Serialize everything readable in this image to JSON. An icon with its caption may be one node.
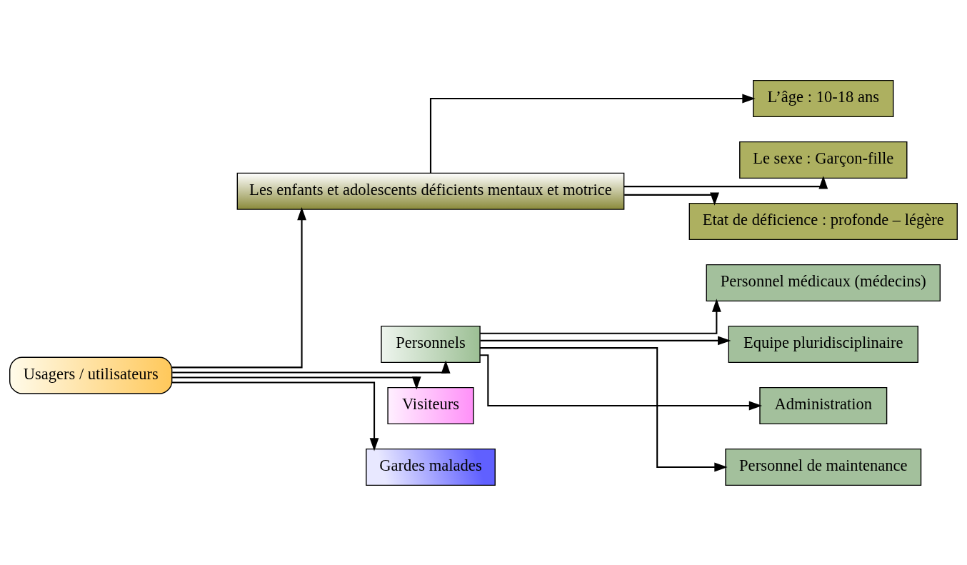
{
  "diagram": {
    "nodes": [
      {
        "text": [
          "Usagers / utilisateurs"
        ]
      },
      {
        "text": [
          "Les enfants et adolescents déficients mentaux et motrice"
        ]
      },
      {
        "text": [
          "Personnels"
        ]
      },
      {
        "text": [
          "Visiteurs"
        ]
      },
      {
        "text": [
          "Gardes malades"
        ]
      },
      {
        "text": [
          "L’âge : 10-18 ans"
        ]
      },
      {
        "text": [
          "Le sexe : Garçon-fille"
        ]
      },
      {
        "text": [
          "Etat de déficience : profonde – légère"
        ]
      },
      {
        "text": [
          "Personnel médicaux (médecins)"
        ]
      },
      {
        "text": [
          "Equipe pluridisciplinaire"
        ]
      },
      {
        "text": [
          "Administration"
        ]
      },
      {
        "text": [
          "Personnel de maintenance"
        ]
      }
    ],
    "edges": [
      {
        "from": 0,
        "to": 1,
        "arrow": "to"
      },
      {
        "from": 0,
        "to": 2,
        "arrow": "to"
      },
      {
        "from": 0,
        "to": 3,
        "arrow": "to"
      },
      {
        "from": 0,
        "to": 4,
        "arrow": "to"
      },
      {
        "from": 1,
        "to": 5,
        "arrow": "to"
      },
      {
        "from": 1,
        "to": 6,
        "arrow": "to"
      },
      {
        "from": 1,
        "to": 7,
        "arrow": "to"
      },
      {
        "from": 2,
        "to": 8,
        "arrow": "to"
      },
      {
        "from": 2,
        "to": 9,
        "arrow": "to"
      },
      {
        "from": 2,
        "to": 10,
        "arrow": "to"
      },
      {
        "from": 2,
        "to": 11,
        "arrow": "to"
      }
    ]
  }
}
